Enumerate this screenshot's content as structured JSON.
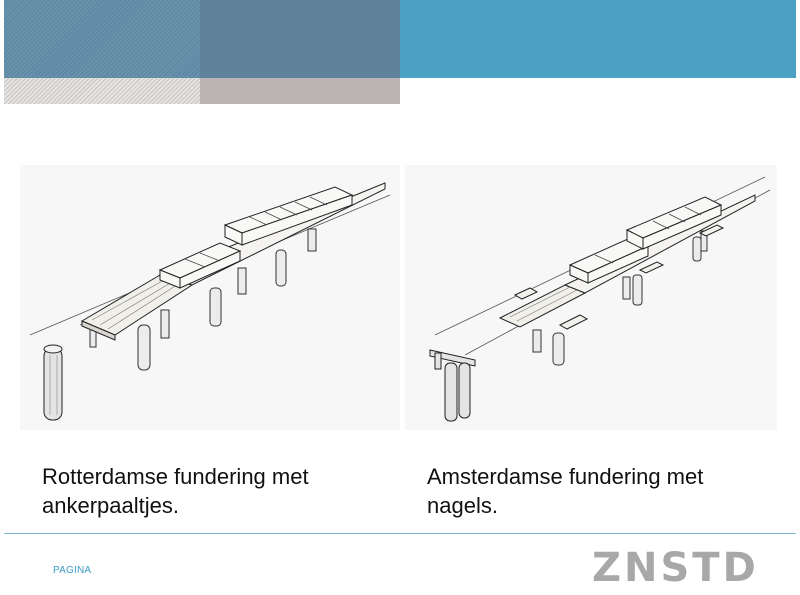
{
  "slide": {
    "left_caption": "Rotterdamse fundering met ankerpaaltjes.",
    "right_caption": "Amsterdamse fundering met nagels.",
    "footer_label": "PAGINA",
    "logo_text": "ZNSTD"
  },
  "colors": {
    "header_blue": "#4aa1c4",
    "header_slate": "#5d8299",
    "header_gray": "#bcb4b4",
    "footer_accent": "#3d9ac4",
    "logo_gray": "#a8a8a8"
  }
}
